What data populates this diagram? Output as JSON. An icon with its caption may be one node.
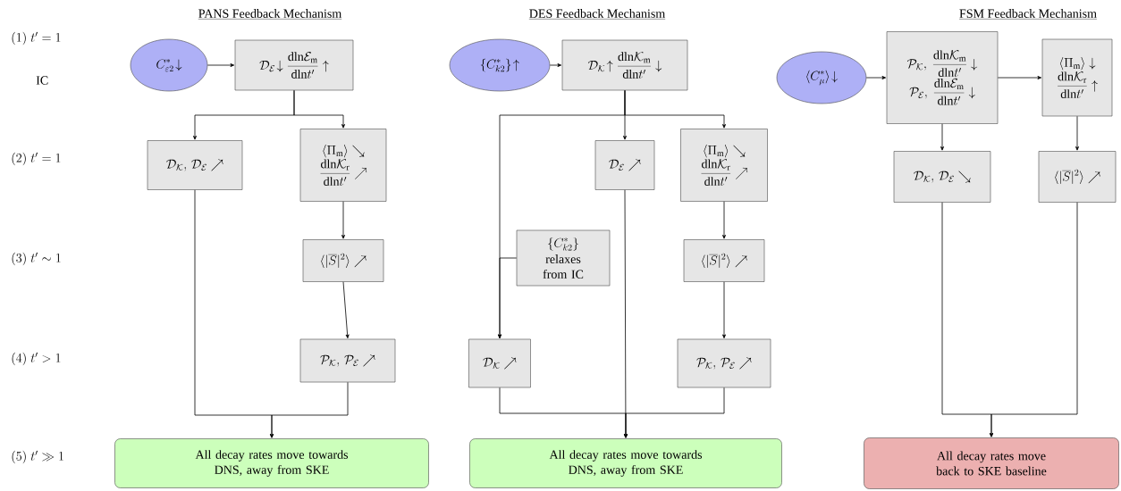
{
  "diagram": {
    "nodes": [
      {
        "text": [
          "C^{*}_{\\varepsilon 2}\\!\\downarrow"
        ]
      },
      {
        "text": [
          "\\mathcal{D}_{\\mathcal{E}}\\!\\downarrow\\frac{\\mathrm{dln}\\mathcal{E}_{\\mathrm{m}}}{\\mathrm{dln}t'}\\uparrow"
        ]
      },
      {
        "text": [
          "\\mathcal{D}_{\\mathcal{K}},\\,\\mathcal{D}_{\\mathcal{E}}\\nearrow"
        ]
      },
      {
        "text": [
          "\\langle\\Pi_{\\mathrm{m}}\\rangle\\searrow",
          "\\frac{\\mathrm{dln}\\mathcal{K}_{\\mathrm{r}}}{\\mathrm{dln}t'}\\nearrow"
        ]
      },
      {
        "text": [
          "\\langle|\\overline{S}|^{2}\\rangle\\nearrow"
        ]
      },
      {
        "text": [
          "\\mathcal{P}_{\\mathcal{K}},\\,\\mathcal{P}_{\\mathcal{E}}\\nearrow"
        ]
      },
      {
        "text": [
          "All decay rates move towards DNS, away from SKE"
        ]
      },
      {
        "text": [
          "\\{C^{*}_{k2}\\}\\!\\uparrow"
        ]
      },
      {
        "text": [
          "\\mathcal{D}_{\\mathcal{K}}\\!\\uparrow\\frac{\\mathrm{dln}\\mathcal{K}_{\\mathrm{m}}}{\\mathrm{dln}t'}\\downarrow"
        ]
      },
      {
        "text": [
          "\\mathcal{D}_{\\mathcal{E}}\\nearrow"
        ]
      },
      {
        "text": [
          "\\langle\\Pi_{\\mathrm{m}}\\rangle\\searrow",
          "\\frac{\\mathrm{dln}\\mathcal{K}_{\\mathrm{r}}}{\\mathrm{dln}t'}\\nearrow"
        ]
      },
      {
        "text": [
          "\\langle|\\overline{S}|^{2}\\rangle\\nearrow"
        ]
      },
      {
        "text": [
          "\\{C^{*}_{k2}\\}",
          "relaxes from IC"
        ]
      },
      {
        "text": [
          "\\mathcal{D}_{\\mathcal{K}}\\nearrow"
        ]
      },
      {
        "text": [
          "\\mathcal{P}_{\\mathcal{K}},\\,\\mathcal{P}_{\\mathcal{E}}\\nearrow"
        ]
      },
      {
        "text": [
          "All decay rates move towards DNS, away from SKE"
        ]
      },
      {
        "text": [
          "\\langle C^{*}_{\\mu}\\rangle\\!\\downarrow"
        ]
      },
      {
        "text": [
          "\\mathcal{P}_{\\mathcal{K}},\\ \\frac{\\mathrm{dln}\\mathcal{K}_{\\mathrm{m}}}{\\mathrm{dln}t'}\\downarrow",
          "\\mathcal{P}_{\\mathcal{E}},\\ \\frac{\\mathrm{dln}\\mathcal{E}_{\\mathrm{m}}}{\\mathrm{dln}t'}\\downarrow"
        ]
      },
      {
        "text": [
          "\\langle\\Pi_{\\mathrm{m}}\\rangle\\downarrow",
          "\\frac{\\mathrm{dln}\\mathcal{K}_{\\mathrm{r}}}{\\mathrm{dln}t'}\\uparrow"
        ]
      },
      {
        "text": [
          "\\mathcal{D}_{\\mathcal{K}},\\,\\mathcal{D}_{\\mathcal{E}}\\searrow"
        ]
      },
      {
        "text": [
          "\\langle|\\overline{S}|^{2}\\rangle\\nearrow"
        ]
      },
      {
        "text": [
          "All decay rates move back to SKE baseline"
        ]
      }
    ],
    "edges": [
      {
        "from": 0,
        "to": 1,
        "arrow": "to"
      },
      {
        "from": 1,
        "to": 2,
        "arrow": "to"
      },
      {
        "from": 1,
        "to": 3,
        "arrow": "to"
      },
      {
        "from": 3,
        "to": 4,
        "arrow": "to"
      },
      {
        "from": 4,
        "to": 5,
        "arrow": "to"
      },
      {
        "from": 2,
        "to": 6,
        "arrow": "to"
      },
      {
        "from": 5,
        "to": 6,
        "arrow": "to"
      },
      {
        "from": 7,
        "to": 8,
        "arrow": "to"
      },
      {
        "from": 8,
        "to": 9,
        "arrow": "to"
      },
      {
        "from": 8,
        "to": 10,
        "arrow": "to"
      },
      {
        "from": 8,
        "to": 13,
        "arrow": "to"
      },
      {
        "from": 10,
        "to": 11,
        "arrow": "to"
      },
      {
        "from": 11,
        "to": 14,
        "arrow": "to"
      },
      {
        "from": 12,
        "to": 13,
        "arrow": "to"
      },
      {
        "from": 9,
        "to": 15,
        "arrow": "to"
      },
      {
        "from": 13,
        "to": 15,
        "arrow": "to"
      },
      {
        "from": 14,
        "to": 15,
        "arrow": "to"
      },
      {
        "from": 16,
        "to": 17,
        "arrow": "to"
      },
      {
        "from": 17,
        "to": 18,
        "arrow": "to"
      },
      {
        "from": 17,
        "to": 19,
        "arrow": "to"
      },
      {
        "from": 18,
        "to": 20,
        "arrow": "to"
      },
      {
        "from": 19,
        "to": 21,
        "arrow": "to"
      },
      {
        "from": 20,
        "to": 21,
        "arrow": "to"
      }
    ],
    "labels": [
      "PANS Feedback Mechanism",
      "DES Feedback Mechanism",
      "FSM Feedback Mechanism",
      "(1)\\;t'=1",
      "IC",
      "(2)\\;t'=1",
      "(3)\\;t'\\sim 1",
      "(4)\\;t'>1",
      "(5)\\;t'\\gg 1"
    ]
  }
}
